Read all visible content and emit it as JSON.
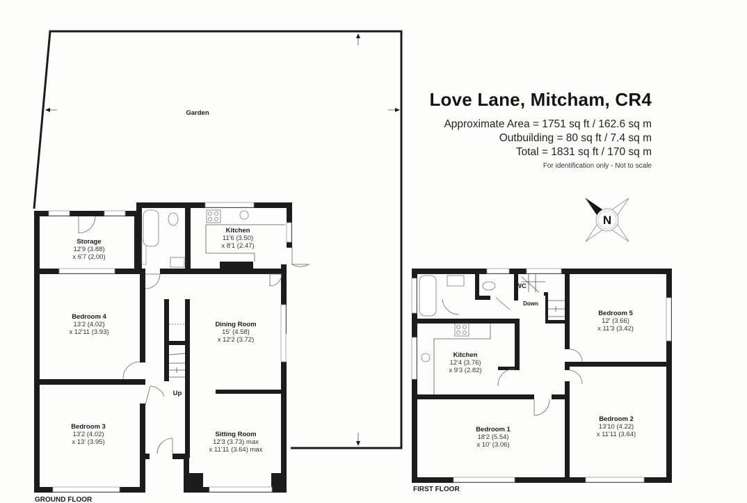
{
  "header": {
    "title": "Love Lane, Mitcham, CR4",
    "areas": [
      "Approximate Area = 1751 sq ft / 162.6 sq m",
      "Outbuilding = 80 sq ft / 7.4 sq m",
      "Total = 1831 sq ft / 170 sq m"
    ],
    "disclaimer": "For identification only - Not to scale"
  },
  "compass": {
    "icon": "compass-north-icon",
    "label": "N"
  },
  "garden": {
    "name": "Garden"
  },
  "ground_floor": {
    "label": "GROUND FLOOR",
    "stairs_label": "Up",
    "rooms": [
      {
        "name": "Storage",
        "dim1": "12'9 (3.88)",
        "dim2": "x 6'7 (2.00)"
      },
      {
        "name": "Kitchen",
        "dim1": "11'6 (3.50)",
        "dim2": "x 8'1 (2.47)"
      },
      {
        "name": "Bedroom 4",
        "dim1": "13'2 (4.02)",
        "dim2": "x 12'11 (3.93)"
      },
      {
        "name": "Dining Room",
        "dim1": "15' (4.58)",
        "dim2": "x 12'2 (3.72)"
      },
      {
        "name": "Bedroom 3",
        "dim1": "13'2 (4.02)",
        "dim2": "x 13' (3.95)"
      },
      {
        "name": "Sitting Room",
        "dim1": "12'3 (3.73) max",
        "dim2": "x 11'11 (3.64) max"
      }
    ]
  },
  "first_floor": {
    "label": "FIRST FLOOR",
    "stairs_label": "Down",
    "rooms": [
      {
        "name": "WC"
      },
      {
        "name": "Bedroom 5",
        "dim1": "12' (3.66)",
        "dim2": "x 11'3 (3.42)"
      },
      {
        "name": "Kitchen",
        "dim1": "12'4 (3.76)",
        "dim2": "x 9'3 (2.82)"
      },
      {
        "name": "Bedroom 1",
        "dim1": "18'2 (5.54)",
        "dim2": "x 10' (3.06)"
      },
      {
        "name": "Bedroom 2",
        "dim1": "13'10  (4.22)",
        "dim2": "x 11'11 (3.64)"
      }
    ]
  }
}
